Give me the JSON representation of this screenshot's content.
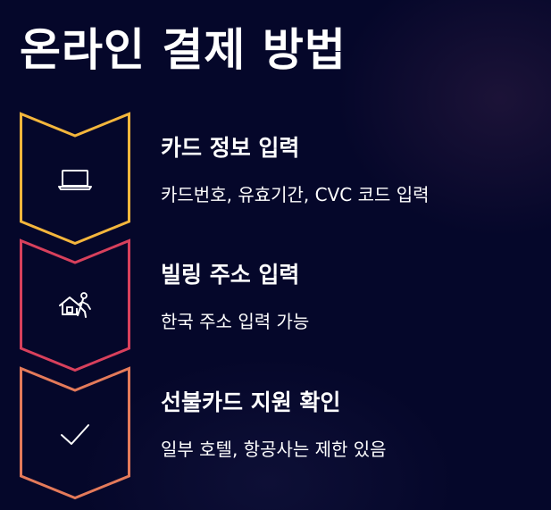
{
  "page": {
    "title": "온라인 결제 방법"
  },
  "steps": [
    {
      "title": "카드 정보 입력",
      "description": "카드번호, 유효기간, CVC 코드 입력",
      "icon": "laptop-icon",
      "color": "#f4b63c"
    },
    {
      "title": "빌링 주소 입력",
      "description": "한국 주소 입력 가능",
      "icon": "house-person-icon",
      "color": "#d8405c"
    },
    {
      "title": "선불카드 지원 확인",
      "description": "일부 호텔, 항공사는 제한 있음",
      "icon": "checkmark-icon",
      "color": "#e47a5a"
    }
  ],
  "colors": {
    "background": "#05072a",
    "text": "#ffffff"
  }
}
